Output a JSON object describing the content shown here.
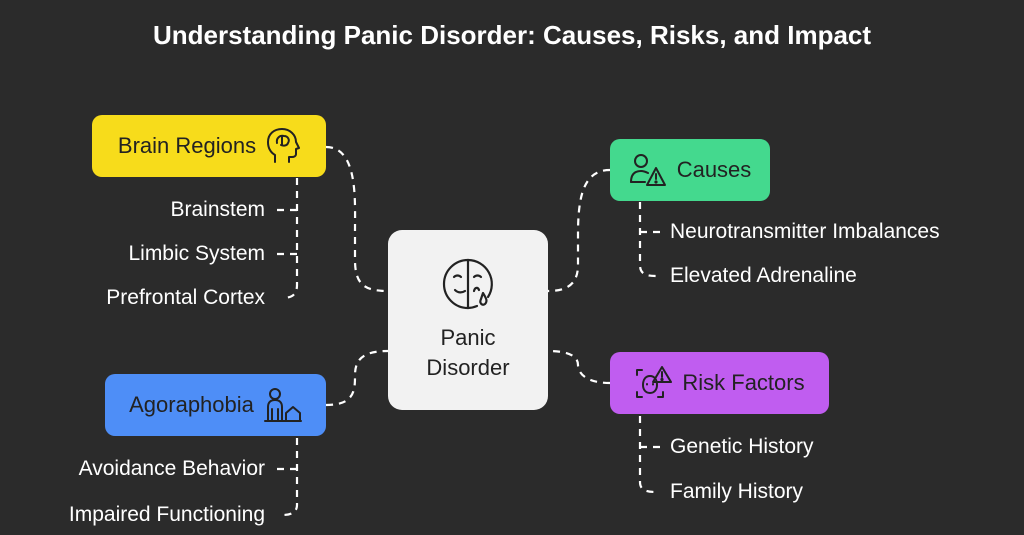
{
  "title": "Understanding Panic Disorder: Causes, Risks, and Impact",
  "center": {
    "line1": "Panic",
    "line2": "Disorder",
    "icon": "mask-tear-icon"
  },
  "branches": {
    "brain_regions": {
      "label": "Brain Regions",
      "color": "#f7dc1b",
      "icon": "head-brain-icon",
      "items": [
        "Brainstem",
        "Limbic System",
        "Prefrontal Cortex"
      ]
    },
    "causes": {
      "label": "Causes",
      "color": "#44d98e",
      "icon": "person-warning-icon",
      "items": [
        "Neurotransmitter Imbalances",
        "Elevated Adrenaline"
      ]
    },
    "agoraphobia": {
      "label": "Agoraphobia",
      "color": "#4e8ef7",
      "icon": "person-house-icon",
      "items": [
        "Avoidance Behavior",
        "Impaired Functioning"
      ]
    },
    "risk_factors": {
      "label": "Risk Factors",
      "color": "#c05df0",
      "icon": "face-warning-icon",
      "items": [
        "Genetic History",
        "Family History"
      ]
    }
  }
}
